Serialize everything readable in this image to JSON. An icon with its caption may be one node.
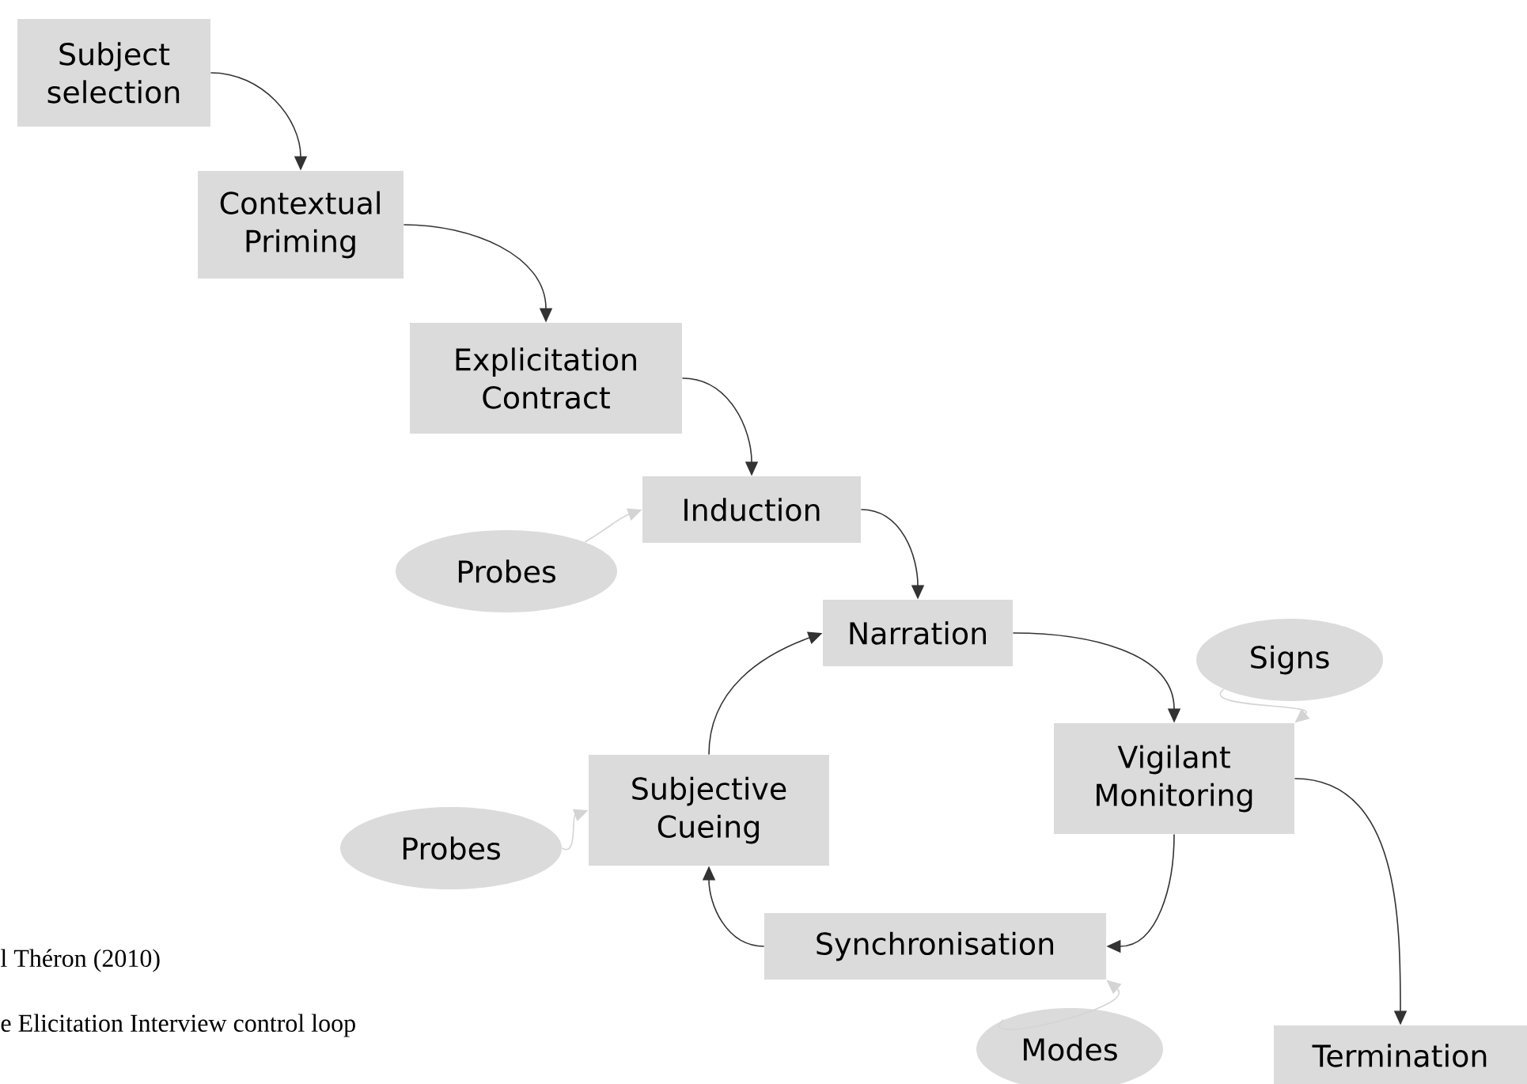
{
  "diagram": {
    "nodes": [
      {
        "text": [
          "Subject selection"
        ]
      },
      {
        "text": [
          "Contextual Priming"
        ]
      },
      {
        "text": [
          "Explicitation Contract"
        ]
      },
      {
        "text": [
          "Induction"
        ]
      },
      {
        "text": [
          "Probes"
        ]
      },
      {
        "text": [
          "Narration"
        ]
      },
      {
        "text": [
          "Signs"
        ]
      },
      {
        "text": [
          "Vigilant Monitoring"
        ]
      },
      {
        "text": [
          "Subjective Cueing"
        ]
      },
      {
        "text": [
          "Probes"
        ]
      },
      {
        "text": [
          "Synchronisation"
        ]
      },
      {
        "text": [
          "Modes"
        ]
      },
      {
        "text": [
          "Termination"
        ]
      }
    ],
    "edges": [
      {
        "from": 0,
        "to": 1,
        "arrow": "to"
      },
      {
        "from": 1,
        "to": 2,
        "arrow": "to"
      },
      {
        "from": 2,
        "to": 3,
        "arrow": "to"
      },
      {
        "from": 4,
        "to": 3,
        "arrow": "to",
        "color": "#d4d4d4"
      },
      {
        "from": 3,
        "to": 5,
        "arrow": "to"
      },
      {
        "from": 5,
        "to": 7,
        "arrow": "to"
      },
      {
        "from": 6,
        "to": 7,
        "arrow": "to",
        "color": "#d4d4d4"
      },
      {
        "from": 7,
        "to": 10,
        "arrow": "to"
      },
      {
        "from": 7,
        "to": 12,
        "arrow": "to"
      },
      {
        "from": 10,
        "to": 8,
        "arrow": "to"
      },
      {
        "from": 8,
        "to": 5,
        "arrow": "to"
      },
      {
        "from": 9,
        "to": 8,
        "arrow": "to",
        "color": "#d4d4d4"
      },
      {
        "from": 11,
        "to": 10,
        "arrow": "to",
        "color": "#d4d4d4"
      }
    ],
    "labels": [
      "l Théron (2010)",
      "e Elicitation Interview control loop"
    ]
  }
}
